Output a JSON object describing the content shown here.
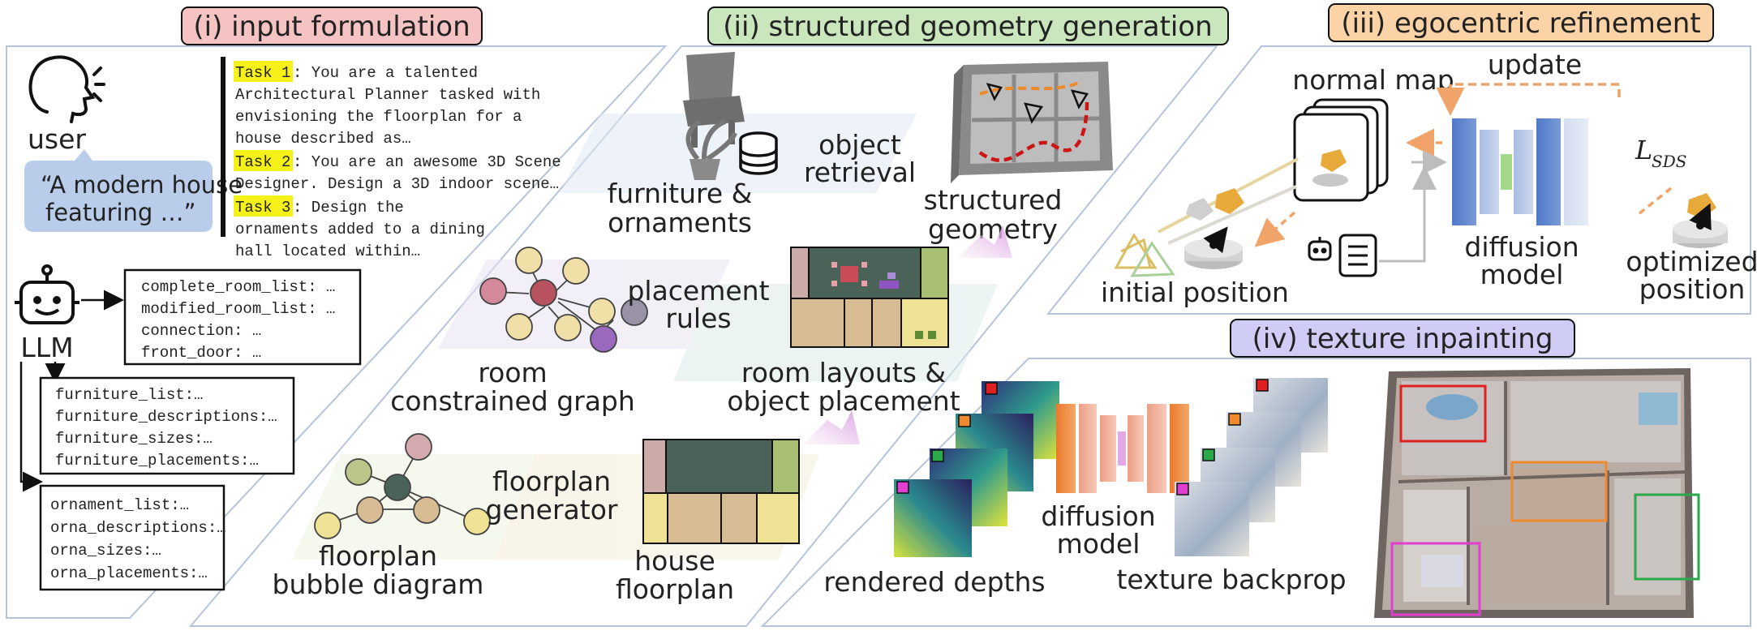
{
  "sections": {
    "input": "(i) input formulation",
    "geometry": "(ii) structured geometry generation",
    "refine": "(iii) egocentric refinement",
    "texture": "(iv) texture inpainting"
  },
  "input": {
    "user_label": "user",
    "quote_line1": "“A modern house",
    "quote_line2": "featuring …”",
    "llm_label": "LLM",
    "tasks": [
      {
        "tag": "Task 1",
        "lines": [
          ": You are a talented",
          "Architectural Planner tasked with",
          "envisioning the floorplan for a",
          "house described as…"
        ]
      },
      {
        "tag": "Task 2",
        "lines": [
          ": You are an awesome 3D Scene",
          "Designer. Design a 3D indoor scene…"
        ]
      },
      {
        "tag": "Task 3",
        "lines": [
          ": Design the",
          "ornaments added to a dining",
          "hall located within…"
        ]
      }
    ],
    "room_box": [
      "complete_room_list: …",
      "modified_room_list: …",
      "connection: …",
      "front_door: …"
    ],
    "furniture_box": [
      "furniture_list:…",
      "furniture_descriptions:…",
      "furniture_sizes:…",
      "furniture_placements:…"
    ],
    "ornament_box": [
      "ornament_list:…",
      "orna_descriptions:…",
      "orna_sizes:…",
      "orna_placements:…"
    ]
  },
  "geometry": {
    "furniture_1": "furniture &",
    "furniture_2": "ornaments",
    "retrieval_1": "object",
    "retrieval_2": "retrieval",
    "structured_1": "structured",
    "structured_2": "geometry",
    "placement_1": "placement",
    "placement_2": "rules",
    "room_graph_1": "room",
    "room_graph_2": "constrained graph",
    "layouts_1": "room layouts &",
    "layouts_2": "object placement",
    "floorgen_1": "floorplan",
    "floorgen_2": "generator",
    "bubble_1": "floorplan",
    "bubble_2": "bubble diagram",
    "house_1": "house",
    "house_2": "floorplan"
  },
  "refine": {
    "normal_map": "normal map",
    "update": "update",
    "loss": "L",
    "loss_sub": "SDS",
    "diffusion_1": "diffusion",
    "diffusion_2": "model",
    "initial": "initial position",
    "optimized_1": "optimized",
    "optimized_2": "position"
  },
  "texture": {
    "depths": "rendered depths",
    "diffusion_1": "diffusion",
    "diffusion_2": "model",
    "backprop": "texture backprop"
  },
  "colors": {
    "hdr_input": "#f6c3c3",
    "hdr_geometry": "#c9e6bd",
    "hdr_refine": "#fbd3a6",
    "hdr_texture": "#cfcdf6",
    "quote_bubble": "#b9cdea",
    "highlight": "#f7f11a",
    "red_box": "#e02020",
    "orange_box": "#f08a2e",
    "green_box": "#2aa84a",
    "magenta_box": "#e23fd2"
  }
}
